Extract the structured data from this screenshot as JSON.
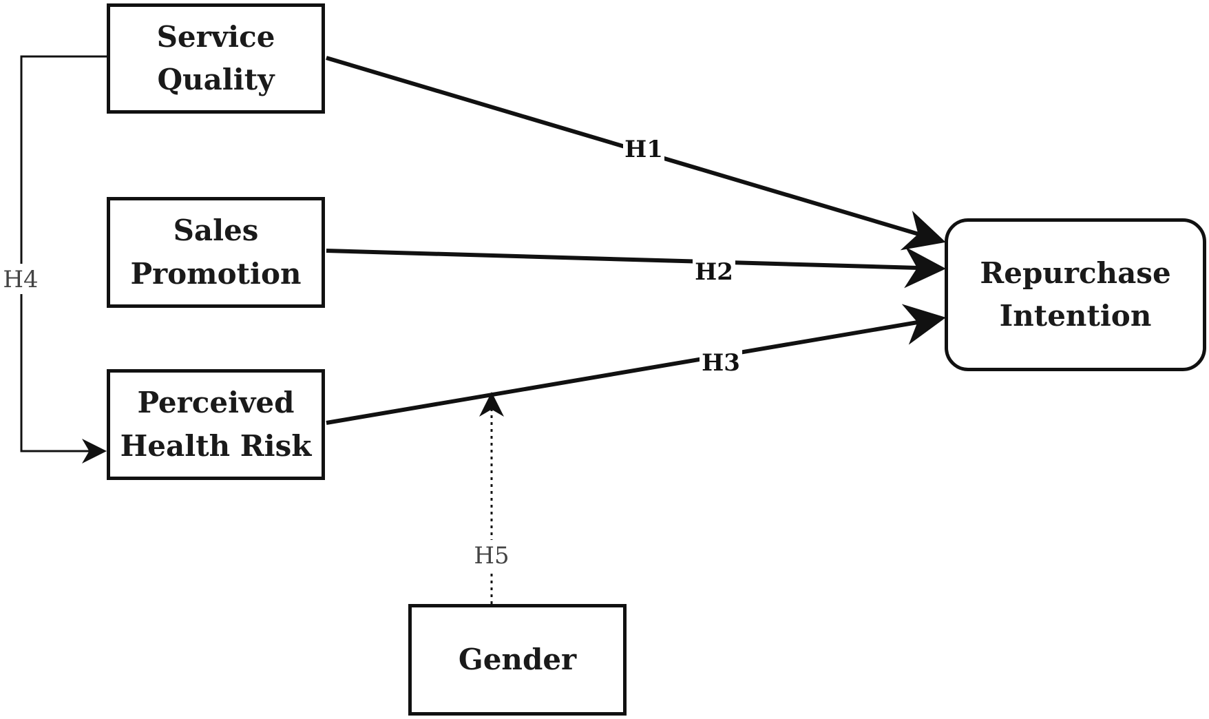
{
  "diagram": {
    "nodes": {
      "service_quality": "Service\nQuality",
      "sales_promotion": "Sales\nPromotion",
      "perceived_health_risk": "Perceived\nHealth Risk",
      "repurchase_intention": "Repurchase\nIntention",
      "gender": "Gender"
    },
    "edges": [
      {
        "label": "H1",
        "from": "Service Quality",
        "to": "Repurchase Intention",
        "style": "solid"
      },
      {
        "label": "H2",
        "from": "Sales Promotion",
        "to": "Repurchase Intention",
        "style": "solid"
      },
      {
        "label": "H3",
        "from": "Perceived Health Risk",
        "to": "Repurchase Intention",
        "style": "solid"
      },
      {
        "label": "H4",
        "from": "Service Quality",
        "to": "Perceived Health Risk",
        "style": "solid-thin"
      },
      {
        "label": "H5",
        "from": "Gender",
        "to": "H3",
        "style": "dotted"
      }
    ],
    "colors": {
      "line": "#111111",
      "text": "#1a1a1a",
      "background": "#ffffff"
    }
  }
}
